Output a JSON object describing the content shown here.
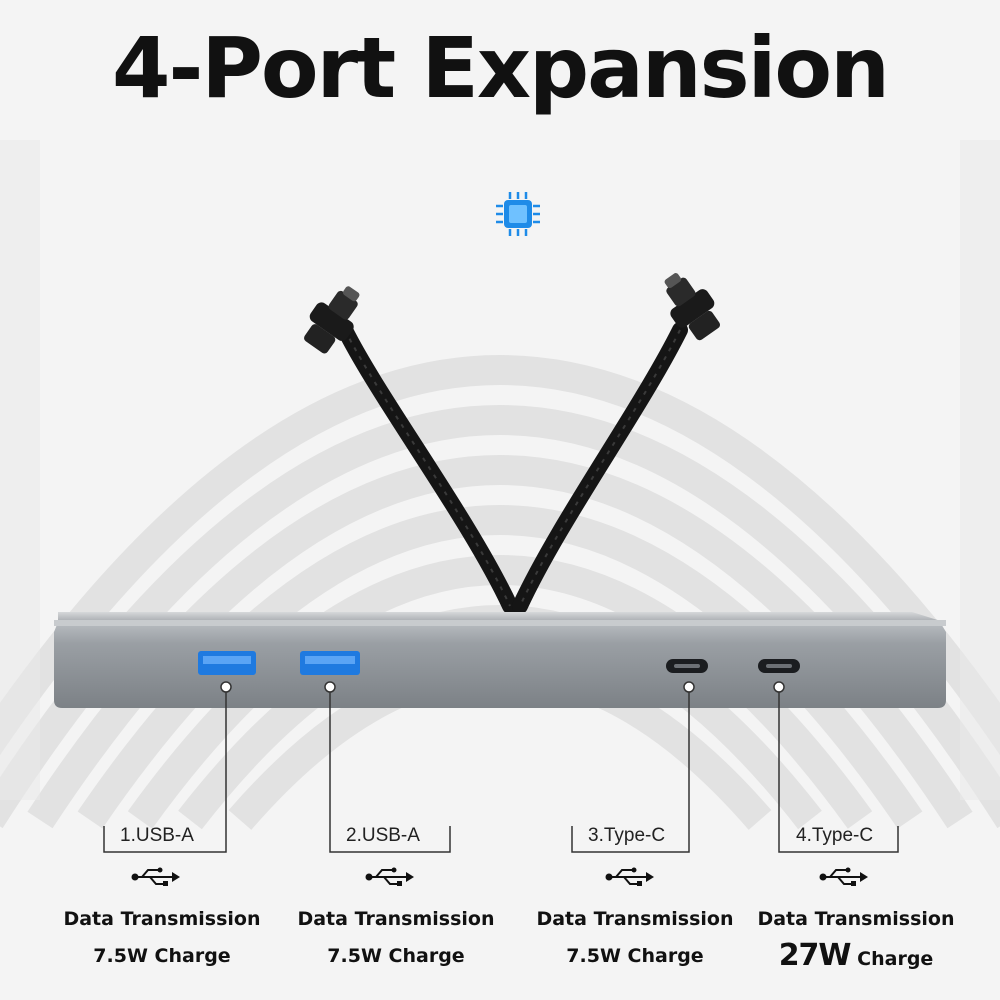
{
  "title": "4-Port Expansion",
  "colors": {
    "background": "#f4f4f4",
    "hub_body": "#8a8f94",
    "usb_a_insert": "#1f7ae0",
    "chip_icon": "#1e8be8",
    "cable": "#151515"
  },
  "ports": [
    {
      "name": "1.USB-A",
      "line1": "Data Transmission",
      "charge_value": "7.5W",
      "charge_label": "Charge",
      "icon": "usb-icon"
    },
    {
      "name": "2.USB-A",
      "line1": "Data Transmission",
      "charge_value": "7.5W",
      "charge_label": "Charge",
      "icon": "usb-icon"
    },
    {
      "name": "3.Type-C",
      "line1": "Data Transmission",
      "charge_value": "7.5W",
      "charge_label": "Charge",
      "icon": "usb-icon"
    },
    {
      "name": "4.Type-C",
      "line1": "Data Transmission",
      "charge_value": "27W",
      "charge_label": "Charge",
      "icon": "usb-icon"
    }
  ]
}
